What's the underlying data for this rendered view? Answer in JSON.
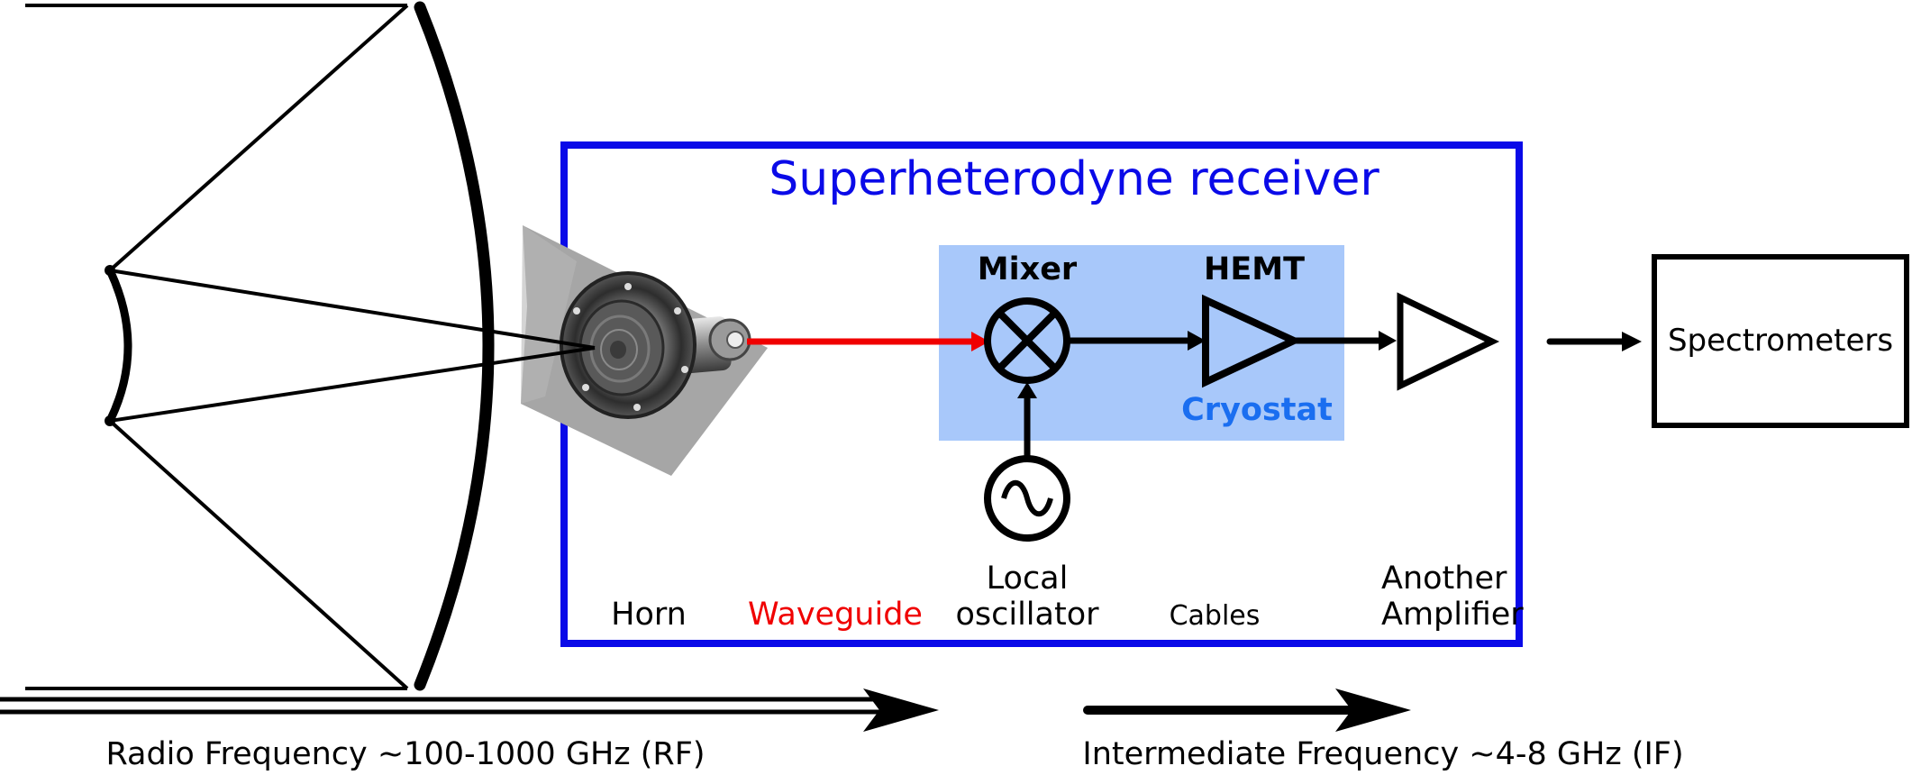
{
  "receiver": {
    "title": "Superheterodyne receiver",
    "cryostat_label": "Cryostat",
    "mixer_label": "Mixer",
    "hemt_label": "HEMT"
  },
  "components": {
    "horn": "Horn",
    "waveguide": "Waveguide",
    "local_oscillator_line1": "Local",
    "local_oscillator_line2": "oscillator",
    "cables": "Cables",
    "amplifier_line1": "Another",
    "amplifier_line2": "Amplifier",
    "spectrometers": "Spectrometers"
  },
  "bands": {
    "rf": "Radio Frequency ~100-1000 GHz (RF)",
    "if": "Intermediate Frequency ~4-8 GHz (IF)"
  },
  "colors": {
    "receiver_box": "#0a0ae8",
    "cryostat_fill": "#a8c8fa",
    "cryostat_text": "#1a6ef0",
    "waveguide": "#f00000",
    "line": "#000000",
    "horn_backdrop": "#a6a6a6"
  }
}
